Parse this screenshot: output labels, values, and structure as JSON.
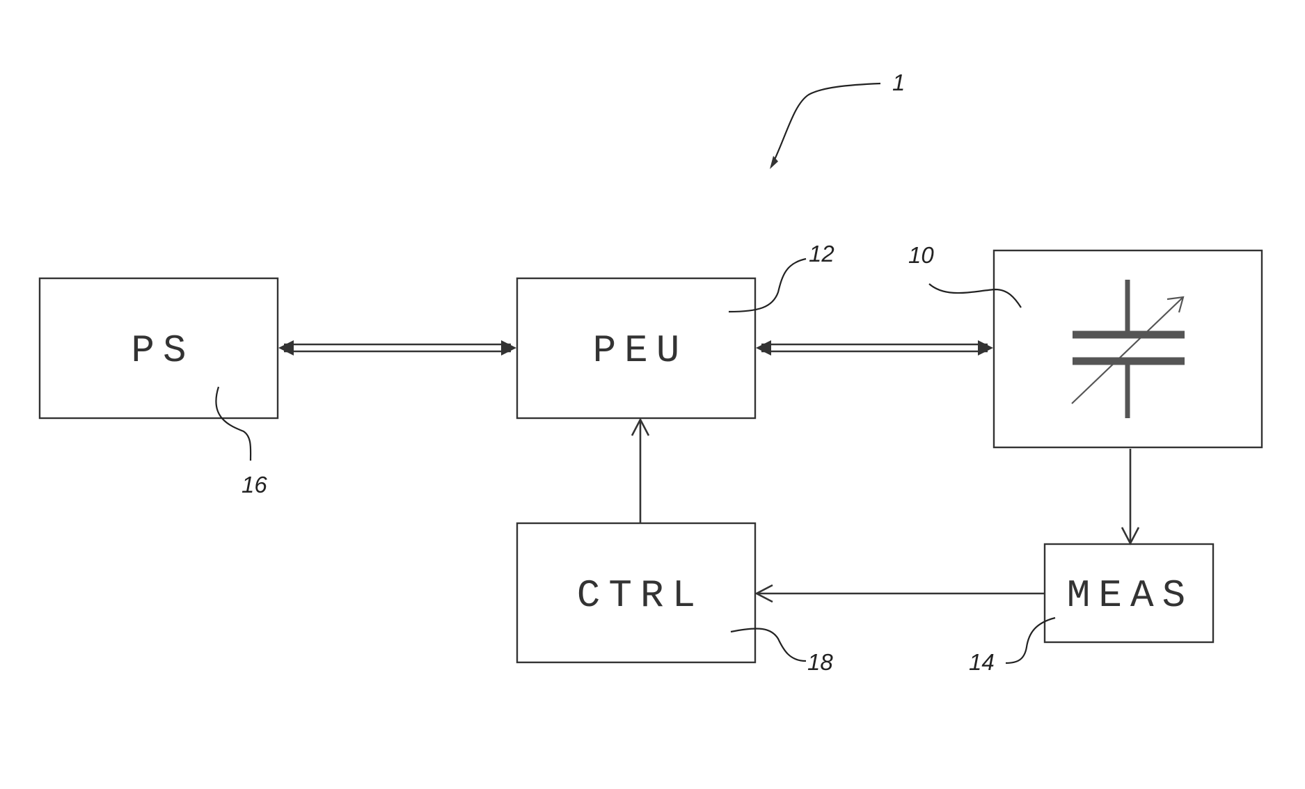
{
  "blocks": {
    "ps": {
      "label": "PS",
      "ref": "16"
    },
    "peu": {
      "label": "PEU",
      "ref": "12"
    },
    "capacitor": {
      "ref": "10",
      "symbol": "variable-capacitor-icon"
    },
    "ctrl": {
      "label": "CTRL",
      "ref": "18"
    },
    "meas": {
      "label": "MEAS",
      "ref": "14"
    }
  },
  "system": {
    "ref": "1"
  },
  "connections": [
    {
      "from": "PS",
      "to": "PEU",
      "style": "double-line-bidirectional"
    },
    {
      "from": "PEU",
      "to": "capacitor",
      "style": "double-line-bidirectional"
    },
    {
      "from": "capacitor",
      "to": "MEAS",
      "style": "single-arrow"
    },
    {
      "from": "MEAS",
      "to": "CTRL",
      "style": "single-arrow"
    },
    {
      "from": "CTRL",
      "to": "PEU",
      "style": "single-arrow"
    }
  ]
}
